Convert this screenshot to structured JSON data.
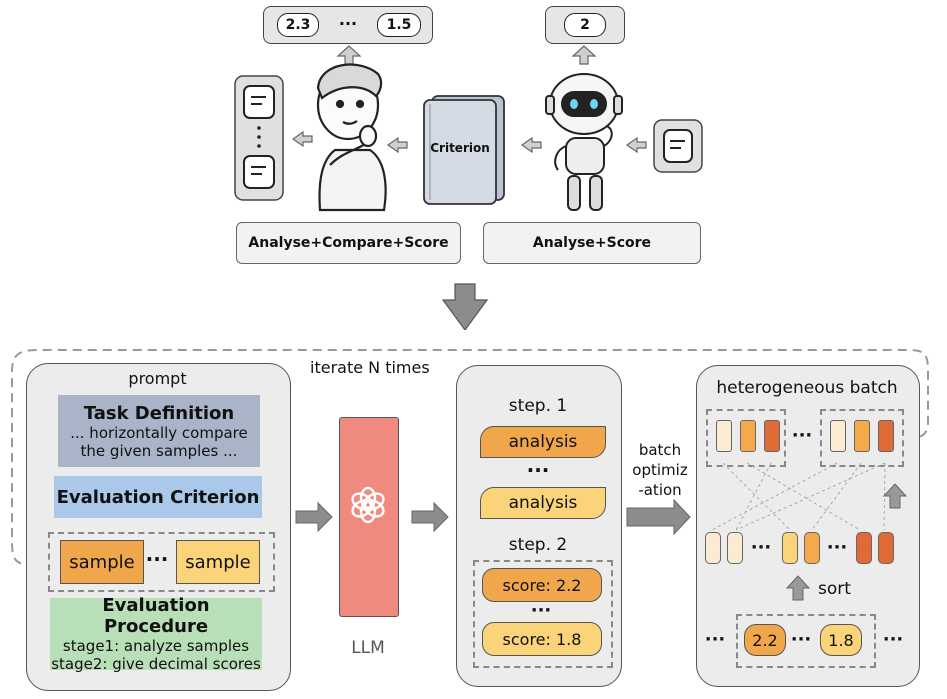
{
  "top": {
    "human_scores": {
      "first": "2.3",
      "ellipsis": "···",
      "last": "1.5"
    },
    "robot_score": "2",
    "criterion_book": "Criterion",
    "human_method": "Analyse+Compare+Score",
    "robot_method": "Analyse+Score"
  },
  "loop_label": "iterate N times",
  "prompt": {
    "title": "prompt",
    "task_definition": "Task Definition",
    "task_desc_line1": "... horizontally compare",
    "task_desc_line2": "the given samples ...",
    "evaluation_criterion": "Evaluation Criterion",
    "sample_label": "sample",
    "sample_ellipsis": "···",
    "evaluation_procedure": "Evaluation Procedure",
    "stage1": "stage1: analyze samples",
    "stage2": "stage2: give decimal scores"
  },
  "llm_label": "LLM",
  "steps": {
    "step1": "step. 1",
    "analysis1": "analysis",
    "ellipsis": "···",
    "analysis2": "analysis",
    "step2": "step. 2",
    "score1": "score: 2.2",
    "score2": "score: 1.8"
  },
  "batch_opt": {
    "line1": "batch",
    "line2": "optimiz",
    "line3": "-ation"
  },
  "hetero": {
    "title": "heterogeneous batch",
    "ellipsis": "···",
    "sort": "sort",
    "val1": "2.2",
    "val2": "1.8"
  },
  "colors": {
    "task_bg": "#aab4c8",
    "criterion_bg": "#a9c8ea",
    "procedure_bg": "#b8dfb8",
    "sample_dark": "#f0a64a",
    "sample_light": "#fbd479",
    "llm": "#f08a7e",
    "cell_light": "#faebd2",
    "cell_mid": "#f4a94a",
    "cell_dark": "#e06a36"
  }
}
